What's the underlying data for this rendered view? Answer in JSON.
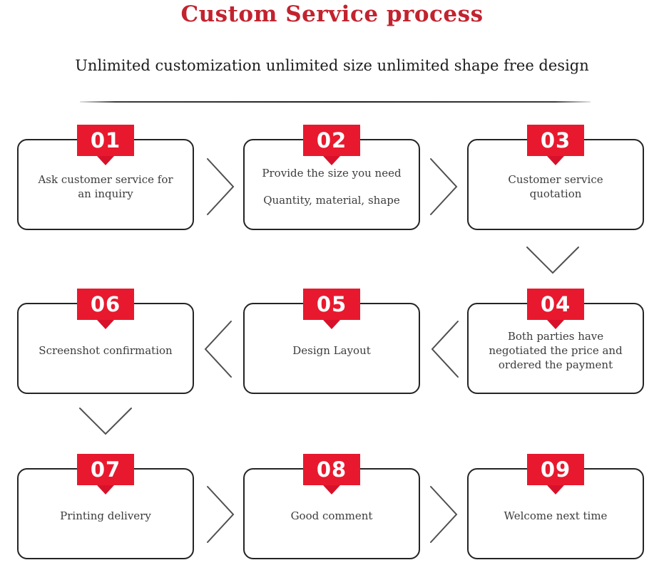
{
  "header": {
    "title": "Custom Service process",
    "subtitle": "Unlimited customization unlimited size unlimited shape free design"
  },
  "colors": {
    "title_red": "#c2232e",
    "badge_red": "#e8192e",
    "badge_pointer_red": "#d8112b",
    "box_border": "#242424",
    "body_text": "#3c3c3c",
    "arrow_gray": "#4f4f4f",
    "background": "#ffffff"
  },
  "steps": [
    {
      "number": "01",
      "lines": [
        "Ask customer service for an inquiry"
      ]
    },
    {
      "number": "02",
      "lines": [
        "Provide the size you need",
        "Quantity, material, shape"
      ]
    },
    {
      "number": "03",
      "lines": [
        "Customer service quotation"
      ]
    },
    {
      "number": "04",
      "lines": [
        "Both parties have negotiated the price and ordered the payment"
      ]
    },
    {
      "number": "05",
      "lines": [
        "Design Layout"
      ]
    },
    {
      "number": "06",
      "lines": [
        "Screenshot confirmation"
      ]
    },
    {
      "number": "07",
      "lines": [
        "Printing delivery"
      ]
    },
    {
      "number": "08",
      "lines": [
        "Good comment"
      ]
    },
    {
      "number": "09",
      "lines": [
        "Welcome next time"
      ]
    }
  ],
  "flow": {
    "row1_direction": "right",
    "row2_direction": "left",
    "row3_direction": "right"
  }
}
